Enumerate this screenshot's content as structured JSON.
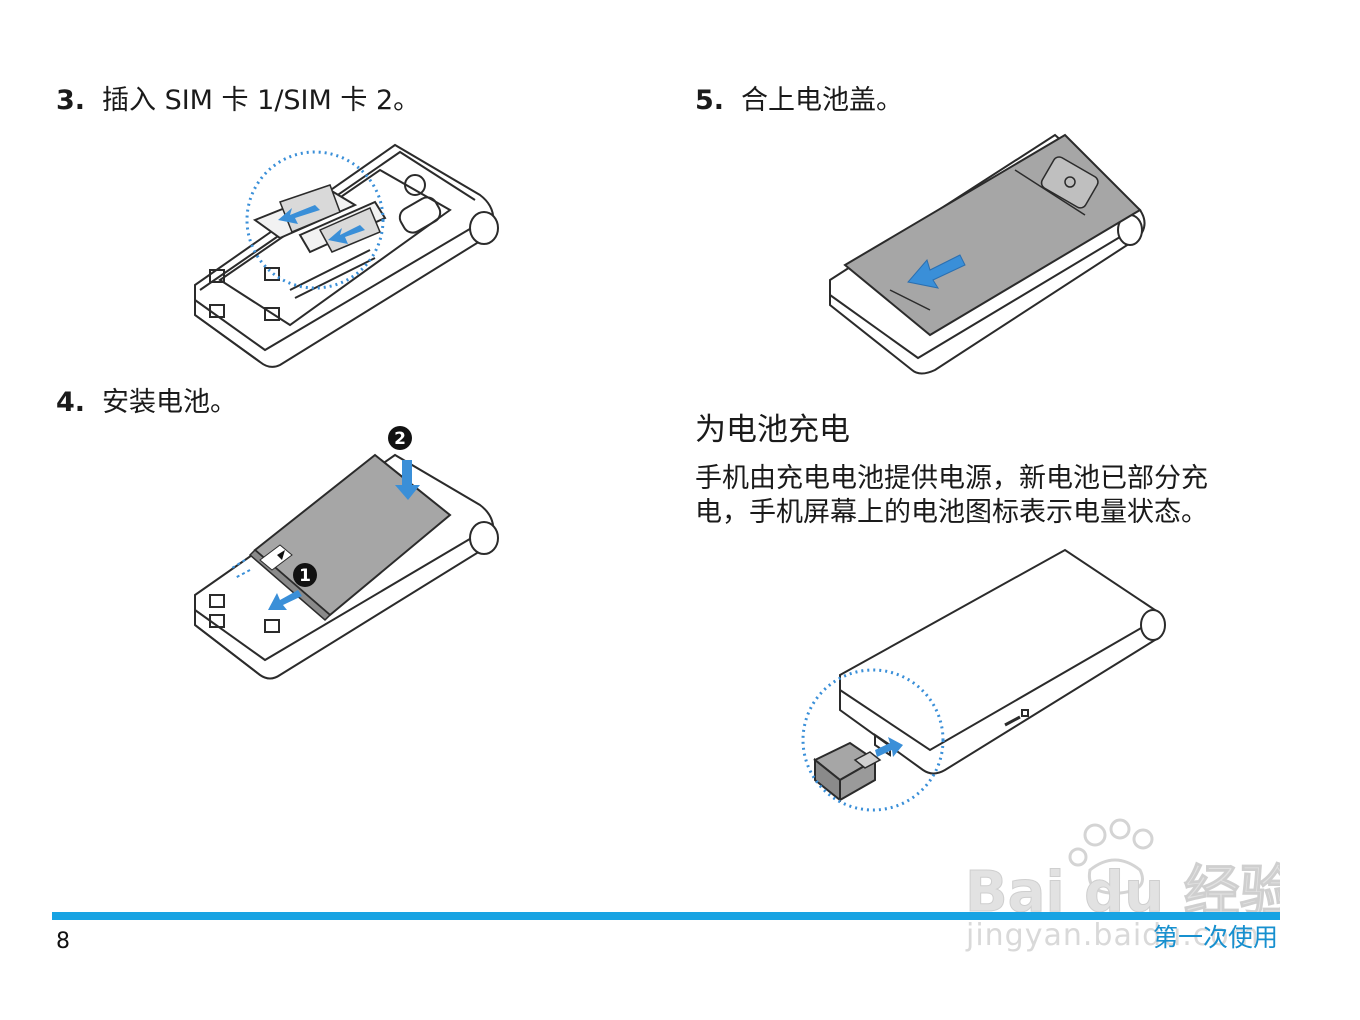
{
  "steps": [
    {
      "number": "3.",
      "text": "插入 SIM 卡 1/SIM 卡 2。"
    },
    {
      "number": "4.",
      "text": "安装电池。"
    },
    {
      "number": "5.",
      "text": "合上电池盖。"
    }
  ],
  "section": {
    "heading": "为电池充电",
    "paragraph_line1": "手机由充电电池提供电源，新电池已部分充",
    "paragraph_line2": "电，手机屏幕上的电池图标表示电量状态。"
  },
  "battery_callouts": {
    "first": "1",
    "second": "2"
  },
  "footer": {
    "page_number": "8",
    "section_title": "第一次使用"
  },
  "watermark": {
    "logo_text": "Bai du 经验",
    "url_text": "jingyan.baidu.com"
  },
  "colors": {
    "accent_blue": "#17a3e3",
    "arrow_blue": "#3a8fd8",
    "battery_gray": "#a6a6a6",
    "outline": "#2b2b2b"
  }
}
